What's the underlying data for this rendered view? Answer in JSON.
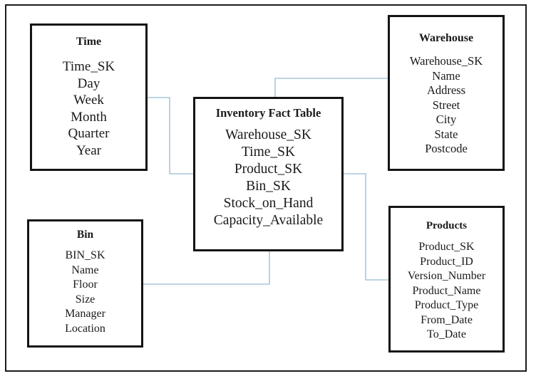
{
  "diagram": {
    "kind": "star-schema",
    "background_color": "#ffffff",
    "box_border_color": "#141414",
    "frame_border_color": "#1c1c1c",
    "connector_color": "#a9c7db",
    "tables": {
      "fact": {
        "title": "Inventory Fact Table",
        "fields": [
          "Warehouse_SK",
          "Time_SK",
          "Product_SK",
          "Bin_SK",
          "Stock_on_Hand",
          "Capacity_Available"
        ]
      },
      "time": {
        "title": "Time",
        "fields": [
          "Time_SK",
          "Day",
          "Week",
          "Month",
          "Quarter",
          "Year"
        ]
      },
      "warehouse": {
        "title": "Warehouse",
        "fields": [
          "Warehouse_SK",
          "Name",
          "Address",
          "Street",
          "City",
          "State",
          "Postcode"
        ]
      },
      "bin": {
        "title": "Bin",
        "fields": [
          "BIN_SK",
          "Name",
          "Floor",
          "Size",
          "Manager",
          "Location"
        ]
      },
      "products": {
        "title": "Products",
        "fields": [
          "Product_SK",
          "Product_ID",
          "Version_Number",
          "Product_Name",
          "Product_Type",
          "From_Date",
          "To_Date"
        ]
      }
    },
    "relationships": [
      {
        "from": "time",
        "to": "fact"
      },
      {
        "from": "warehouse",
        "to": "fact"
      },
      {
        "from": "bin",
        "to": "fact"
      },
      {
        "from": "products",
        "to": "fact"
      }
    ]
  }
}
